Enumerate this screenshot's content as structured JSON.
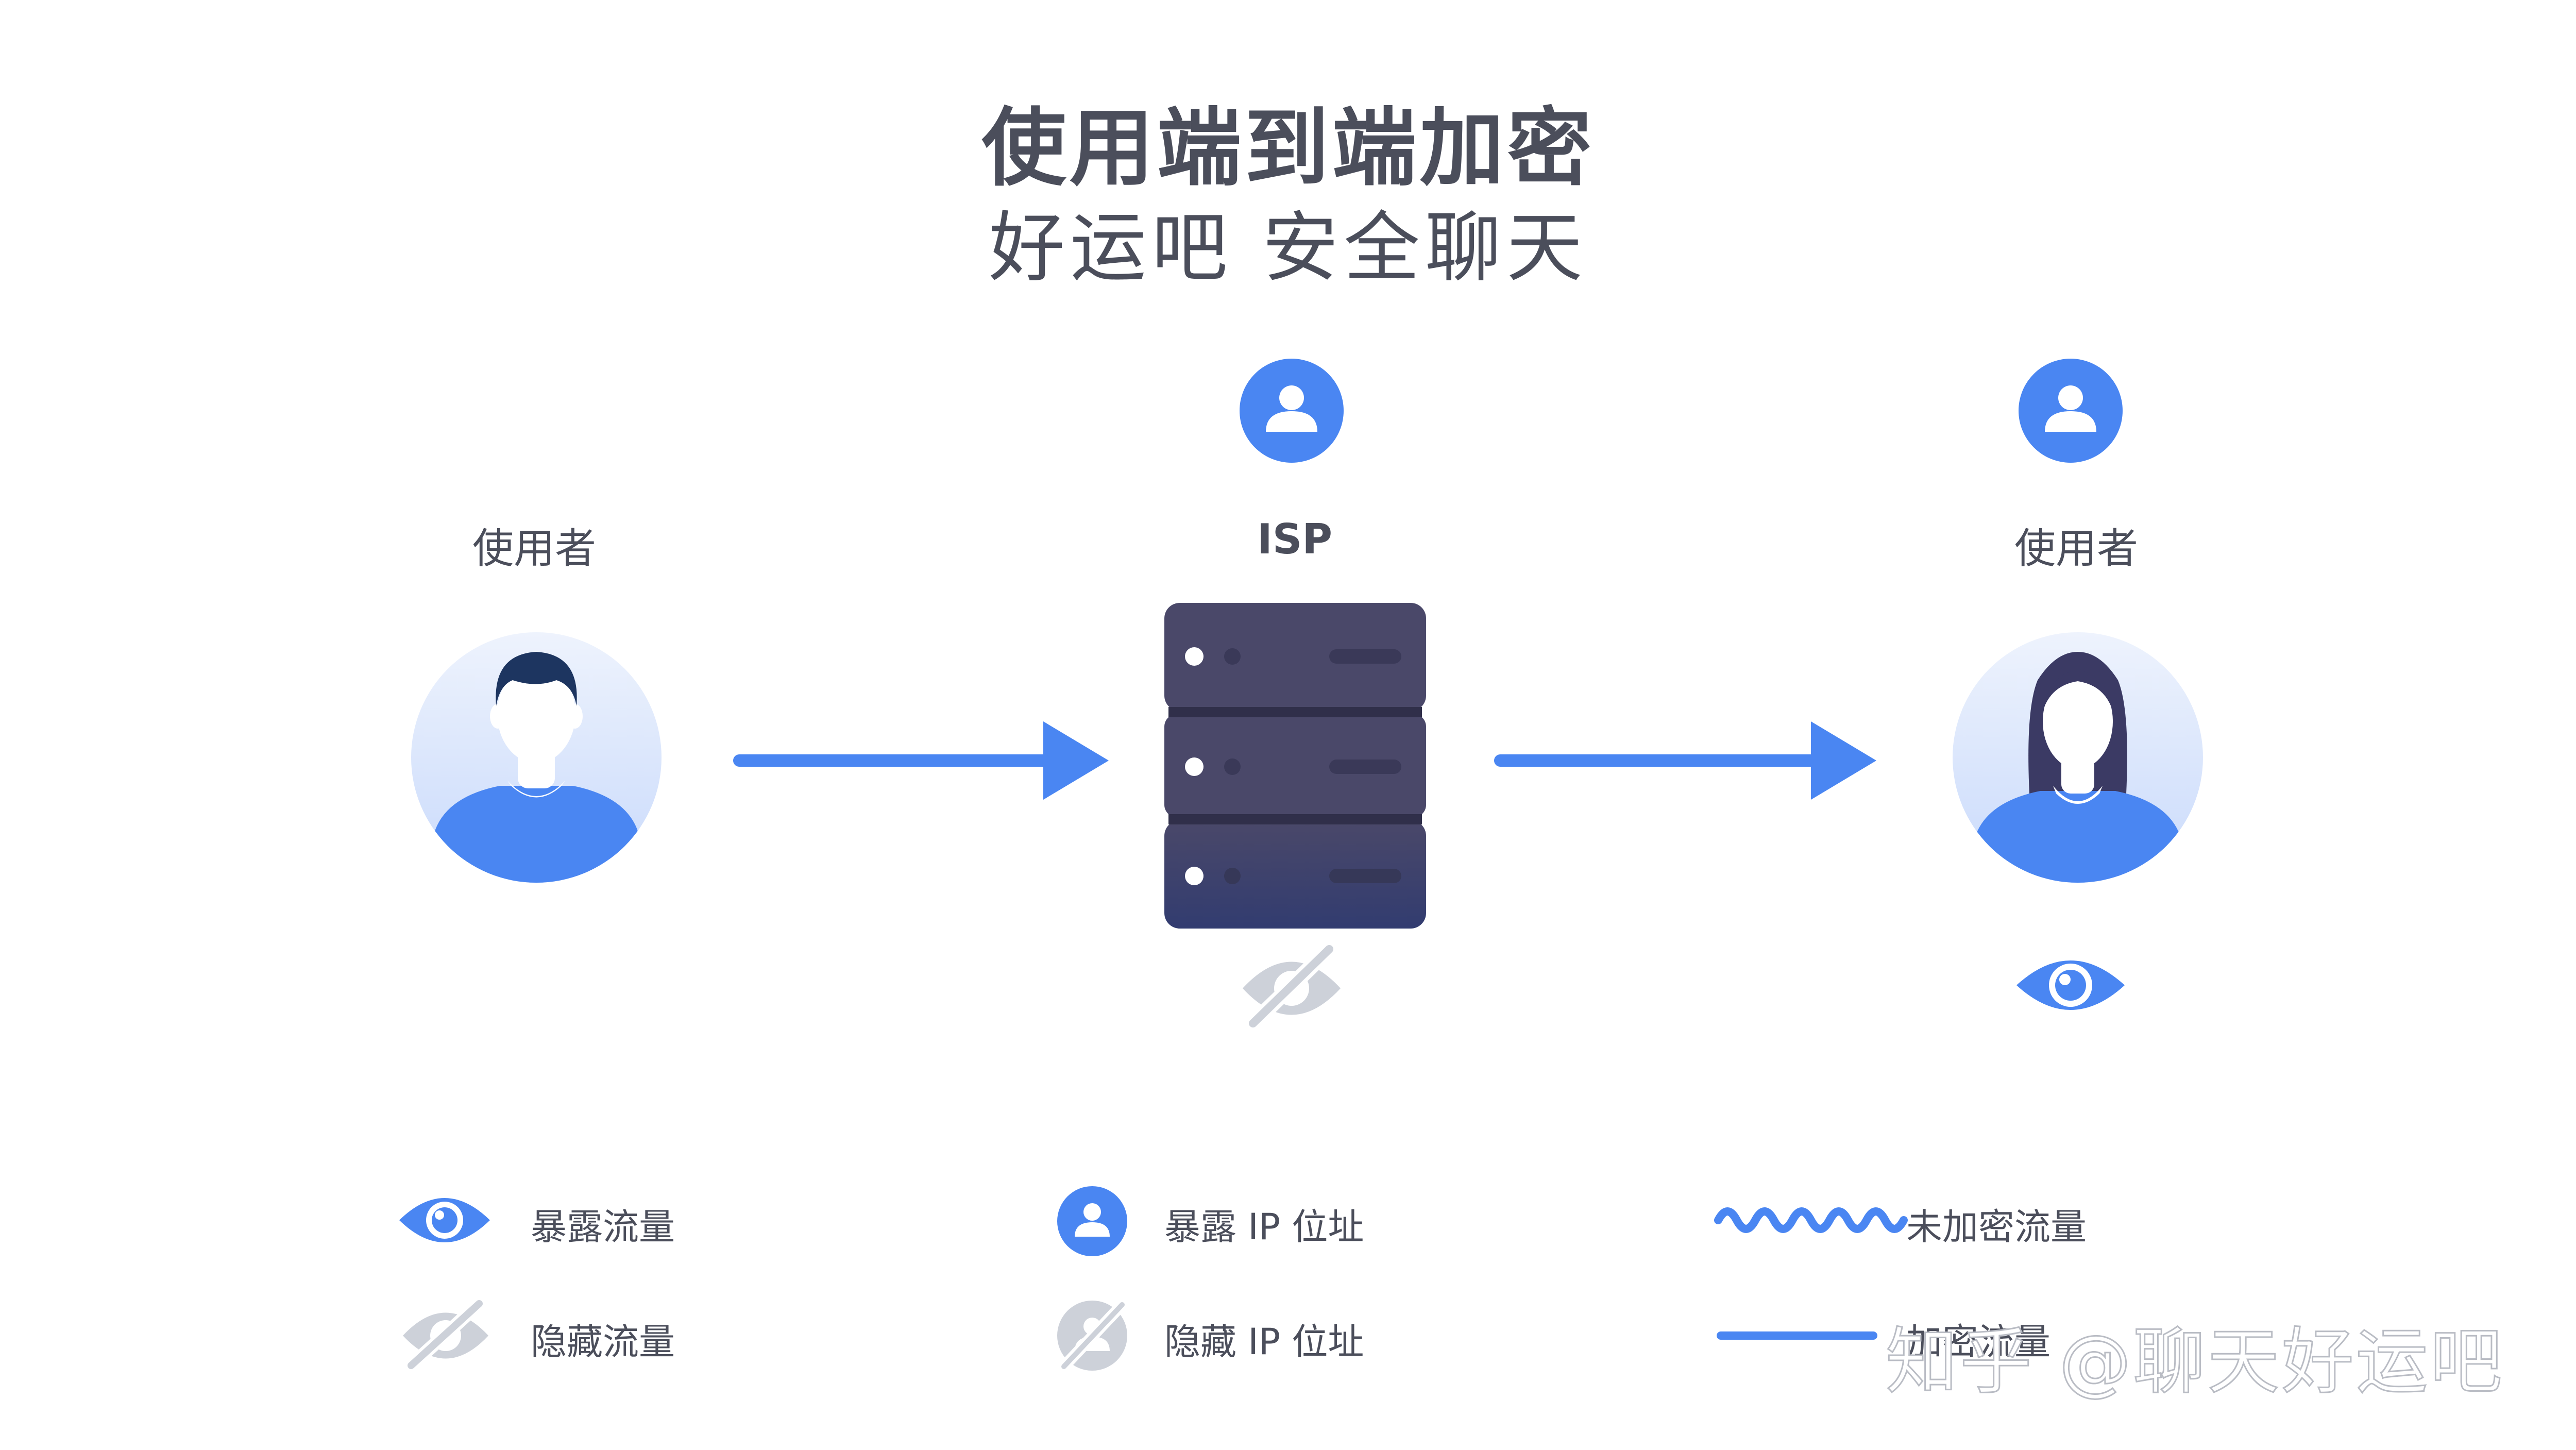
{
  "header": {
    "title": "使用端到端加密",
    "subtitle": "好运吧 安全聊天"
  },
  "nodes": {
    "sender_label": "使用者",
    "isp_label": "ISP",
    "receiver_label": "使用者"
  },
  "legend": {
    "exposed_traffic": "暴露流量",
    "hidden_traffic": "隐藏流量",
    "exposed_ip": "暴露 IP 位址",
    "hidden_ip": "隐藏 IP 位址",
    "unencrypted_traffic": "未加密流量",
    "encrypted_traffic": "加密流量"
  },
  "watermark": "知乎 @聊天好运吧",
  "colors": {
    "accent": "#4a86f2",
    "server": "#4a4869",
    "muted": "#cdd1d9",
    "text": "#4b4e5b"
  }
}
